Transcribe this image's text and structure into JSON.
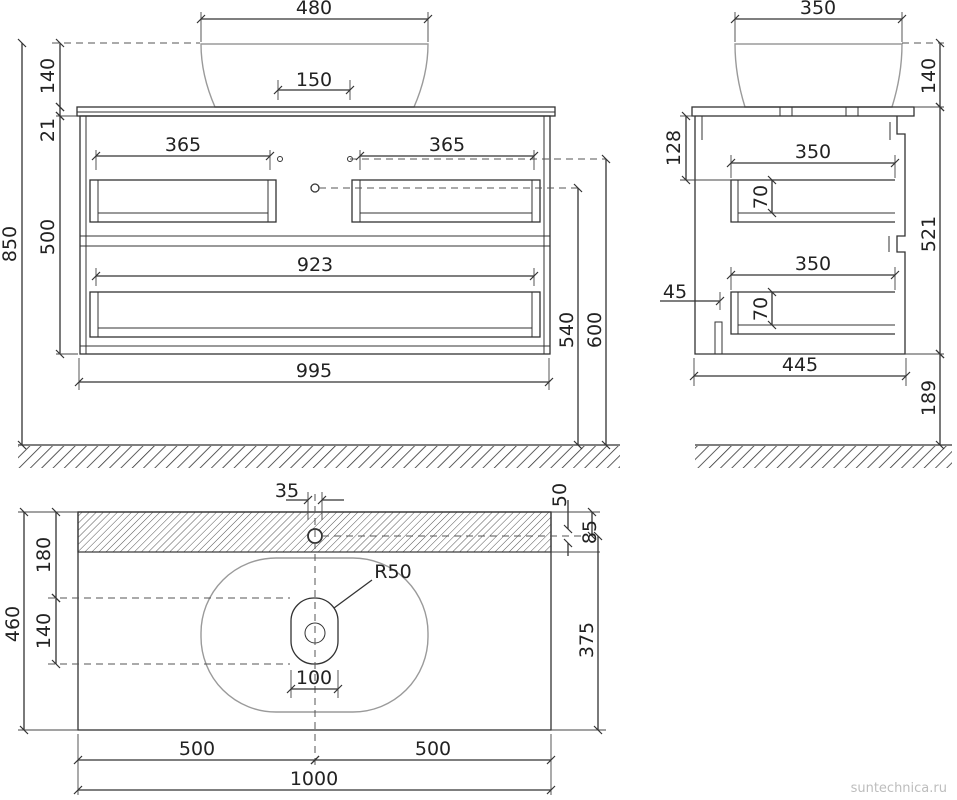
{
  "front_view": {
    "sink_width": "480",
    "drain_offset": "150",
    "sink_height": "140",
    "counter_thickness": "21",
    "drawer_block_height": "500",
    "total_height": "850",
    "top_drawer_left_width": "365",
    "top_drawer_right_width": "365",
    "bottom_drawer_width": "923",
    "cabinet_width": "995",
    "top_pipe_height": "600",
    "bottom_pipe_height": "540"
  },
  "side_view": {
    "sink_depth": "350",
    "sink_height": "140",
    "top_gap": "128",
    "top_drawer_depth": "350",
    "top_drawer_height": "70",
    "bottom_drawer_depth": "350",
    "bottom_drawer_height": "70",
    "side_offset": "45",
    "cabinet_depth": "445",
    "cabinet_height": "521",
    "floor_gap": "189"
  },
  "top_view": {
    "hole_offset": "35",
    "hole_diameter": "50",
    "back_to_hole": "85",
    "shelf_depth": "180",
    "drain_zone": "140",
    "total_depth": "460",
    "front_to_hole": "375",
    "radius_label": "R50",
    "drain_width": "100",
    "left_half": "500",
    "right_half": "500",
    "total_width": "1000"
  },
  "watermark": "suntechnica.ru"
}
